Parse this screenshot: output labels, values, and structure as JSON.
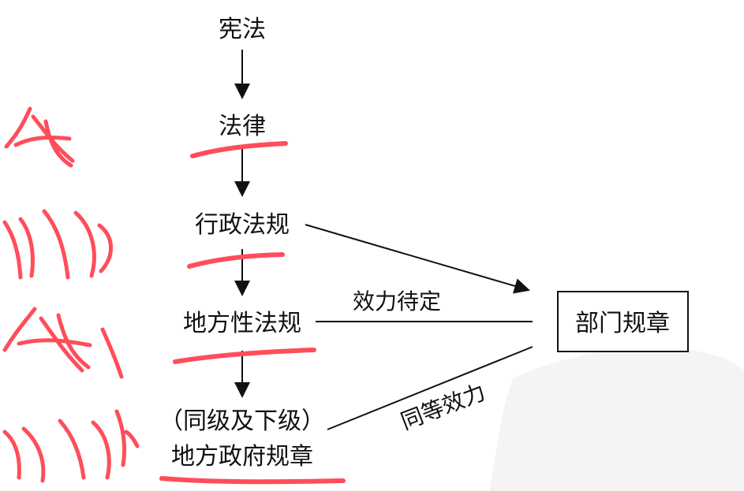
{
  "diagram": {
    "nodes": {
      "constitution": "宪法",
      "law": "法律",
      "administrative_regulations": "行政法规",
      "local_regulations": "地方性法规",
      "local_gov_rules_line1": "（同级及下级）",
      "local_gov_rules_line2": "地方政府规章",
      "department_rules": "部门规章"
    },
    "edge_labels": {
      "effect_pending": "效力待定",
      "equal_effect": "同等效力"
    }
  },
  "colors": {
    "ink": "#111111",
    "annotation_red": "#ff4d5a",
    "background": "#ffffff"
  }
}
